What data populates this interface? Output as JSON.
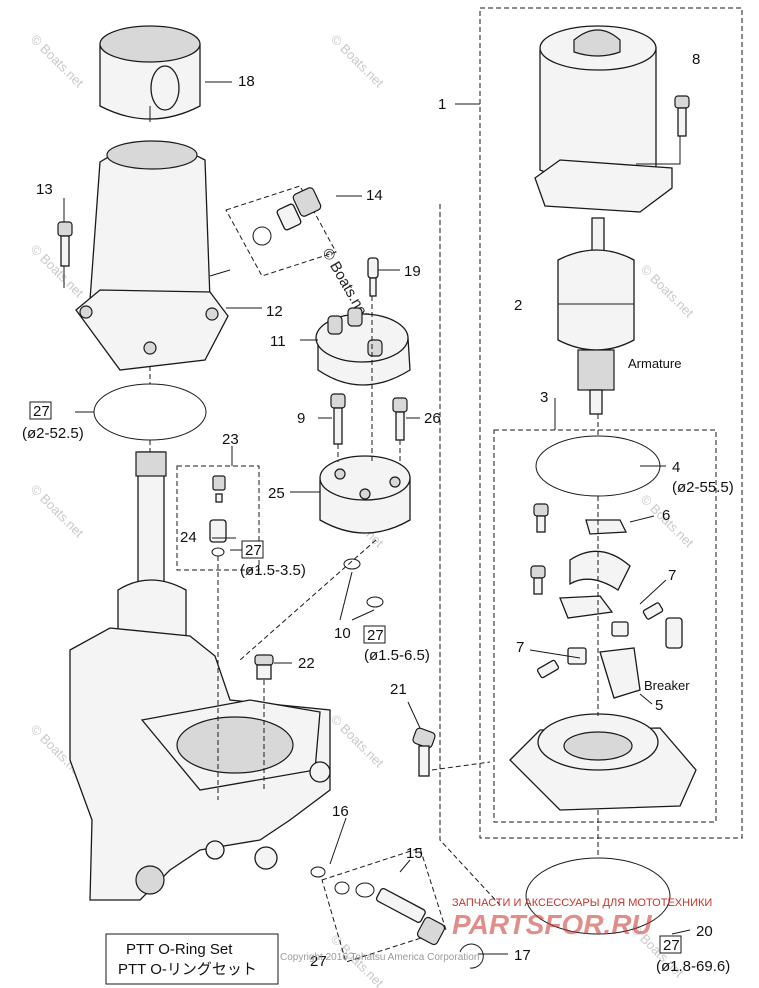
{
  "callouts": {
    "c1": "1",
    "c2": "2",
    "c3": "3",
    "c4": "4",
    "c5": "5",
    "c6": "6",
    "c7a": "7",
    "c7b": "7",
    "c8": "8",
    "c9": "9",
    "c10": "10",
    "c11": "11",
    "c12": "12",
    "c13": "13",
    "c14": "14",
    "c15": "15",
    "c16": "16",
    "c17": "17",
    "c18": "18",
    "c19": "19",
    "c20": "20",
    "c21": "21",
    "c22": "22",
    "c23": "23",
    "c24": "24",
    "c25": "25",
    "c26": "26",
    "c27_bottom": "27"
  },
  "boxed_27": {
    "a": "27",
    "b": "27",
    "c": "27",
    "d": "27",
    "e": "27"
  },
  "sizes": {
    "s_52_5": "(ø2-52.5)",
    "s_55_5": "(ø2-55.5)",
    "s_3_5": "(ø1.5-3.5)",
    "s_6_5": "(ø1.5-6.5)",
    "s_69_6": "(ø1.8-69.6)"
  },
  "notes": {
    "armature": "Armature",
    "breaker": "Breaker"
  },
  "legend": {
    "line1": "PTT O-Ring Set",
    "line2": "PTT O-リングセット"
  },
  "watermarks": {
    "boats": "© Boats.net",
    "copyright": "Copyright 2016 Tohatsu America Corporation",
    "shop_top": "ЗАПЧАСТИ И АКСЕССУАРЫ ДЛЯ МОТОТЕХНИКИ",
    "shop_logo": "PARTSFOR.RU"
  },
  "colors": {
    "line": "#1a1a1a",
    "watermark": "#c9c9c9",
    "logo_red": "#c8322b"
  }
}
